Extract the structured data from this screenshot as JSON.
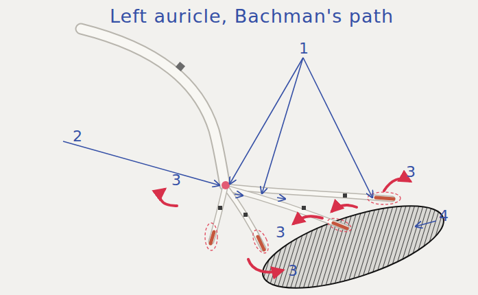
{
  "diagram": {
    "title": "Left auricle, Bachman's path",
    "labels": [
      "1",
      "2",
      "3",
      "3",
      "3",
      "3",
      "4"
    ]
  }
}
